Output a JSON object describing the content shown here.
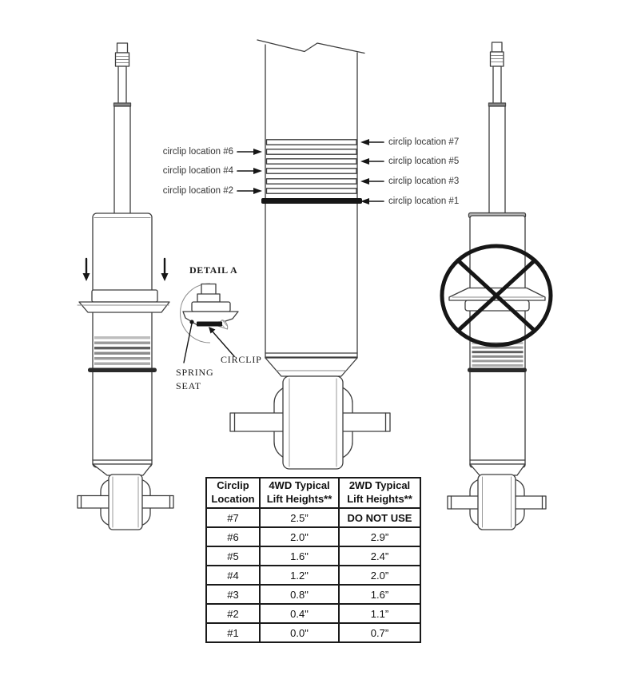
{
  "drawing": {
    "left_labels": [
      {
        "text": "circlip location #6"
      },
      {
        "text": "circlip location #4"
      },
      {
        "text": "circlip location #2"
      }
    ],
    "right_labels": [
      {
        "text": "circlip location #7"
      },
      {
        "text": "circlip location #5"
      },
      {
        "text": "circlip location #3"
      },
      {
        "text": "circlip location #1"
      }
    ],
    "detail": {
      "title": "DETAIL A",
      "circlip": "CIRCLIP",
      "spring_seat_line1": "SPRING",
      "spring_seat_line2": "SEAT"
    }
  },
  "table": {
    "headers": [
      "Circlip Location",
      "4WD Typical Lift Heights**",
      "2WD Typical Lift Heights**"
    ],
    "rows": [
      [
        "#7",
        "2.5”",
        "DO NOT USE"
      ],
      [
        "#6",
        "2.0\"",
        "2.9”"
      ],
      [
        "#5",
        "1.6\"",
        "2.4”"
      ],
      [
        "#4",
        "1.2\"",
        "2.0”"
      ],
      [
        "#3",
        "0.8\"",
        "1.6”"
      ],
      [
        "#2",
        "0.4\"",
        "1.1”"
      ],
      [
        "#1",
        "0.0\"",
        "0.7”"
      ]
    ]
  },
  "colors": {
    "line": "#3d3d3d",
    "dark": "#161616",
    "groove_gray": "#9a9a9a"
  }
}
